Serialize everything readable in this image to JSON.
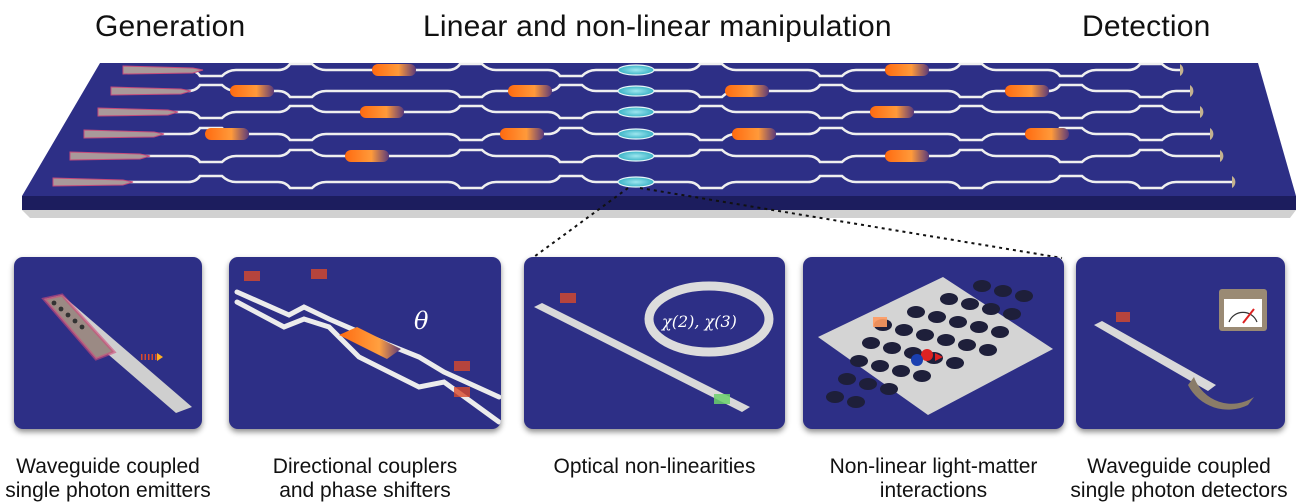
{
  "headings": {
    "generation": "Generation",
    "manipulation": "Linear and non-linear manipulation",
    "detection": "Detection"
  },
  "panels": [
    {
      "caption_line1": "Waveguide coupled",
      "caption_line2": "single photon emitters"
    },
    {
      "caption_line1": "Directional couplers",
      "caption_line2": "and phase shifters",
      "symbol": "θ"
    },
    {
      "caption_line1": "Optical non-linearities",
      "caption_line2": "",
      "symbol": "χ(2), χ(3)"
    },
    {
      "caption_line1": "Non-linear light-matter",
      "caption_line2": "interactions"
    },
    {
      "caption_line1": "Waveguide coupled",
      "caption_line2": "single photon detectors"
    }
  ],
  "colors": {
    "chip": "#2d2f86",
    "chip_edge": "#1c1d5e",
    "waveguide": "#e8e8e8",
    "phase_shifter": "#ff7a1a",
    "ring": "#59c9d8"
  }
}
